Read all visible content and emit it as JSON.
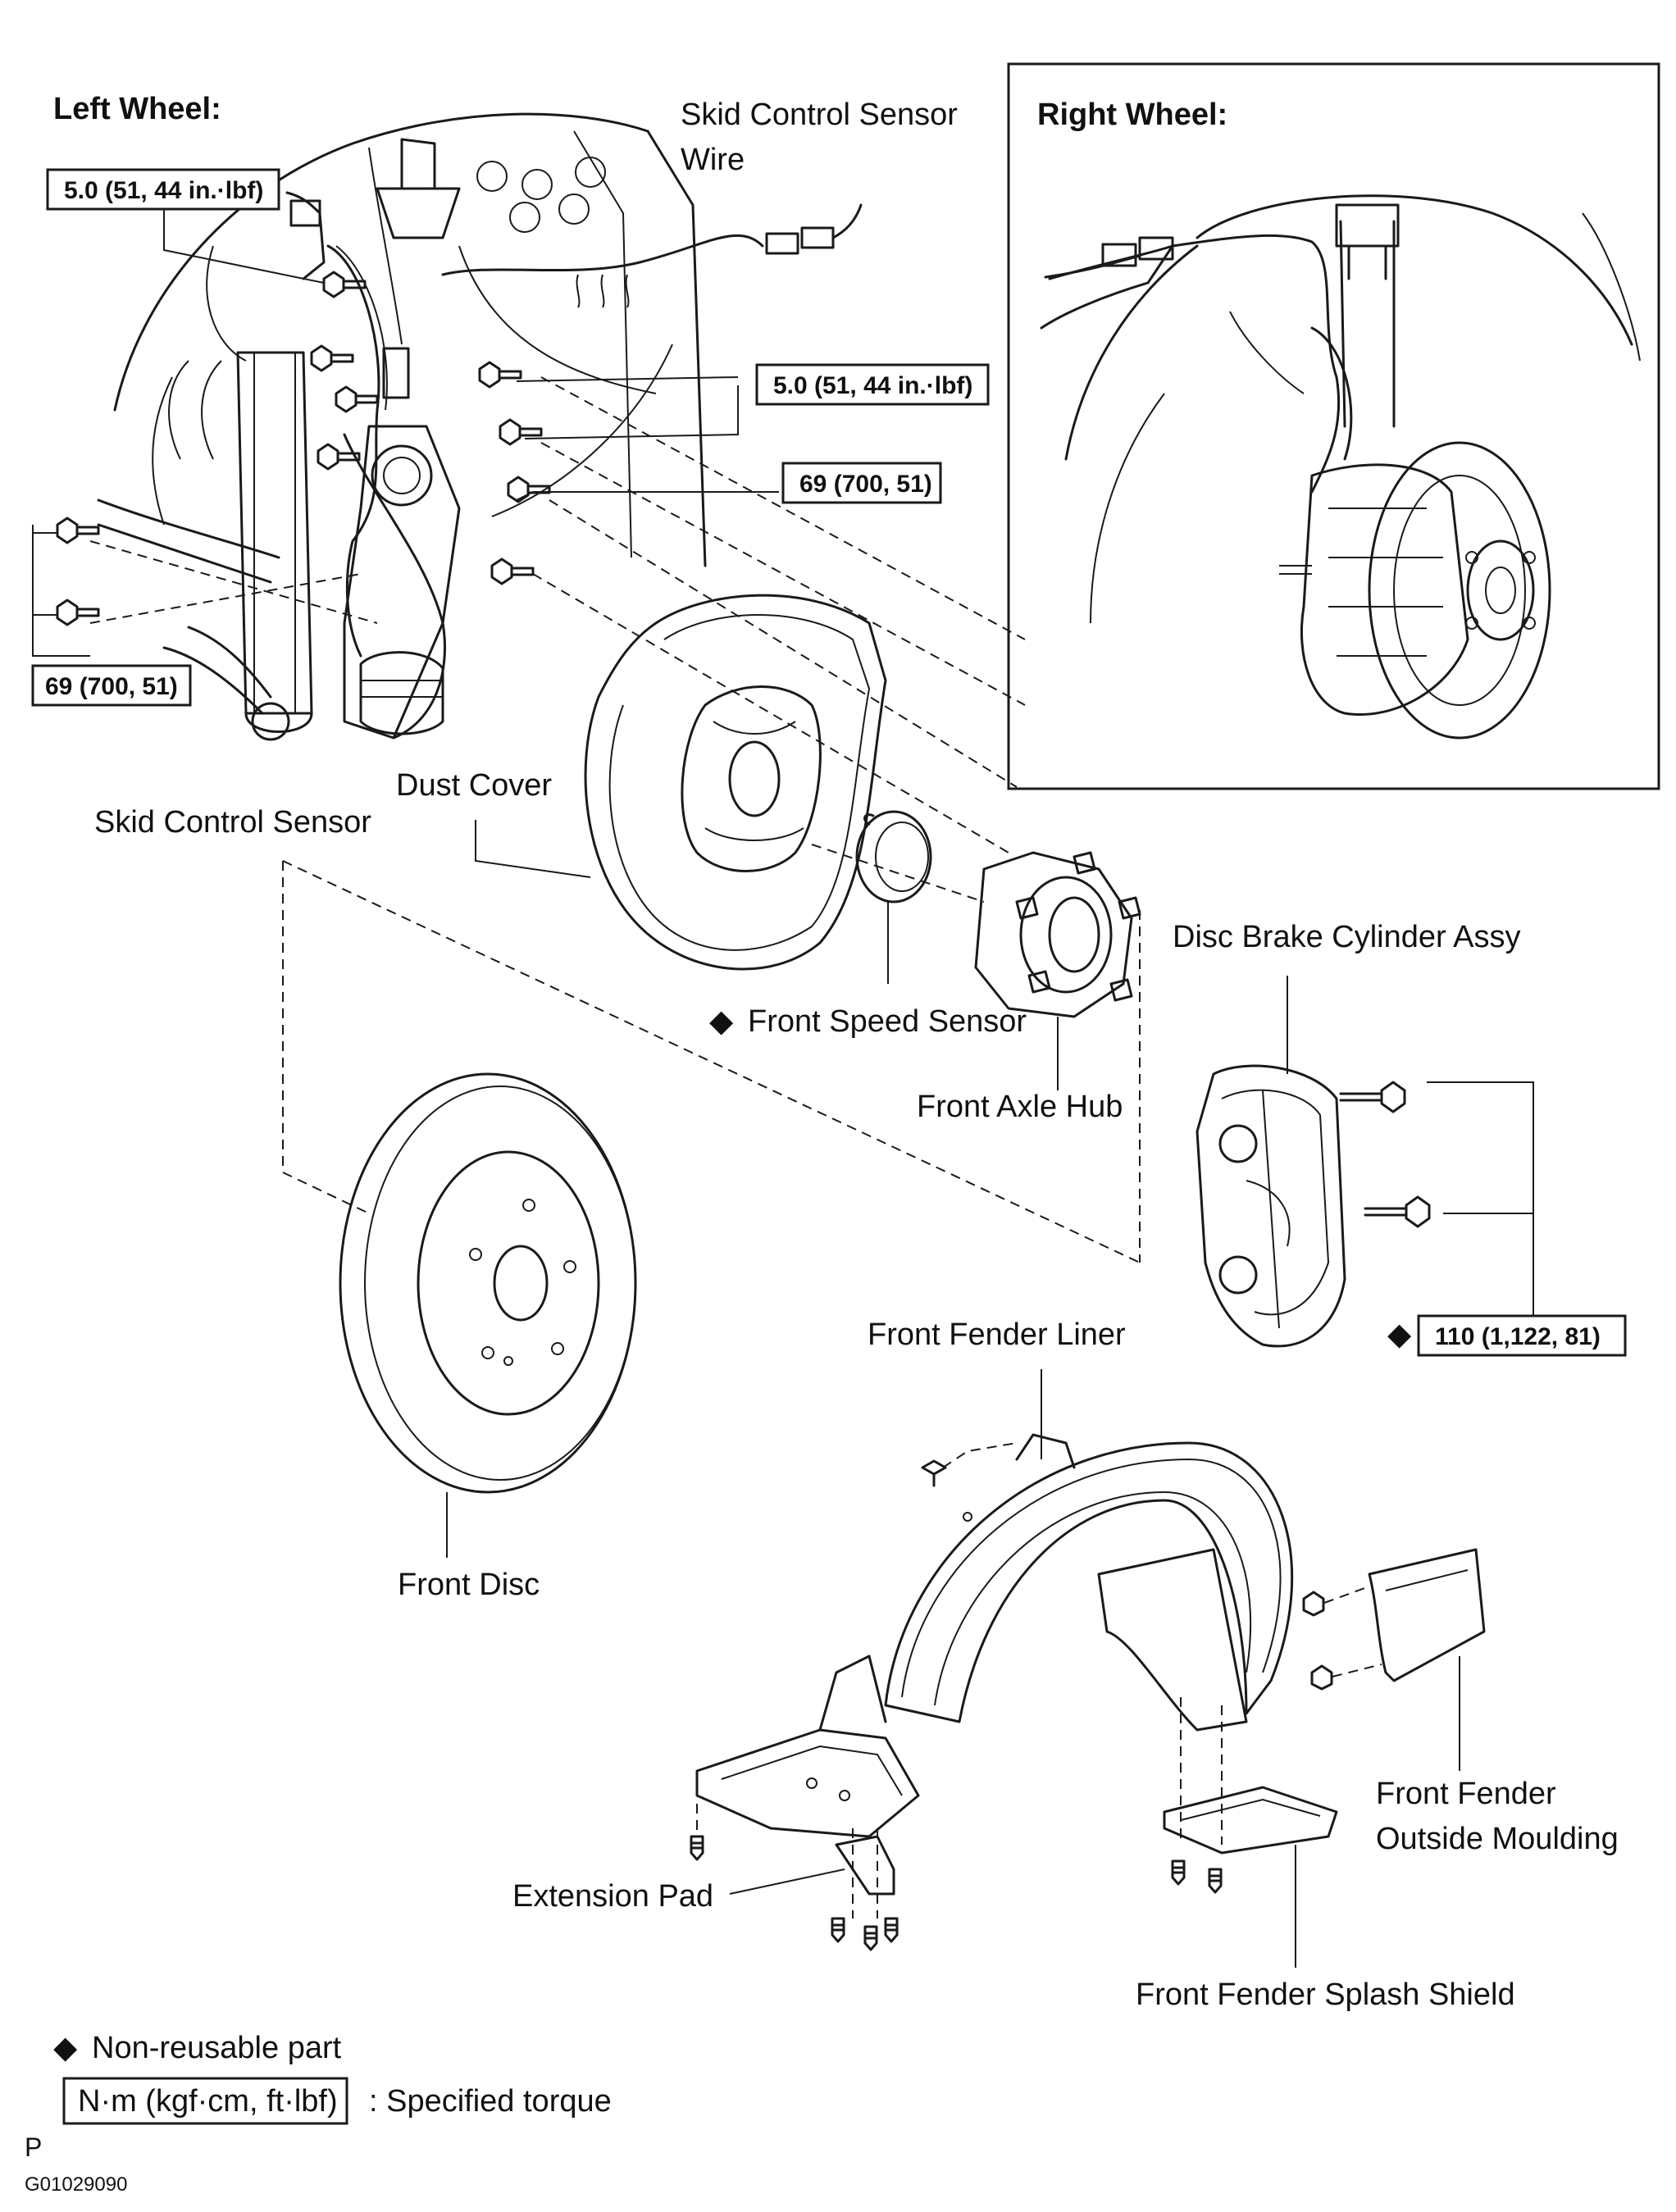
{
  "headers": {
    "left_wheel": "Left Wheel:",
    "right_wheel": "Right Wheel:"
  },
  "labels": {
    "skid_sensor_wire_line1": "Skid Control Sensor",
    "skid_sensor_wire_line2": "Wire",
    "skid_control_sensor": "Skid Control Sensor",
    "dust_cover": "Dust Cover",
    "front_speed_sensor": "Front Speed Sensor",
    "front_axle_hub": "Front Axle Hub",
    "disc_brake_cylinder": "Disc Brake Cylinder Assy",
    "front_disc": "Front Disc",
    "front_fender_liner": "Front Fender Liner",
    "outside_moulding_line1": "Front Fender",
    "outside_moulding_line2": "Outside Moulding",
    "extension_pad": "Extension Pad",
    "splash_shield": "Front Fender Splash Shield"
  },
  "torques": {
    "sensor_bolt": "5.0 (51, 44 in.·lbf)",
    "wire_bracket": "5.0 (51, 44 in.·lbf)",
    "knuckle_upper": "69 (700, 51)",
    "knuckle_left": "69 (700, 51)",
    "caliper": "110 (1,122, 81)"
  },
  "legend": {
    "non_reusable_symbol": "◆",
    "non_reusable_text": "Non-reusable part",
    "torque_unit": "N·m (kgf·cm, ft·lbf)",
    "torque_desc": ": Specified torque"
  },
  "footer": {
    "letter": "P",
    "code": "G01029090"
  },
  "symbols": {
    "non_reusable": "◆"
  }
}
